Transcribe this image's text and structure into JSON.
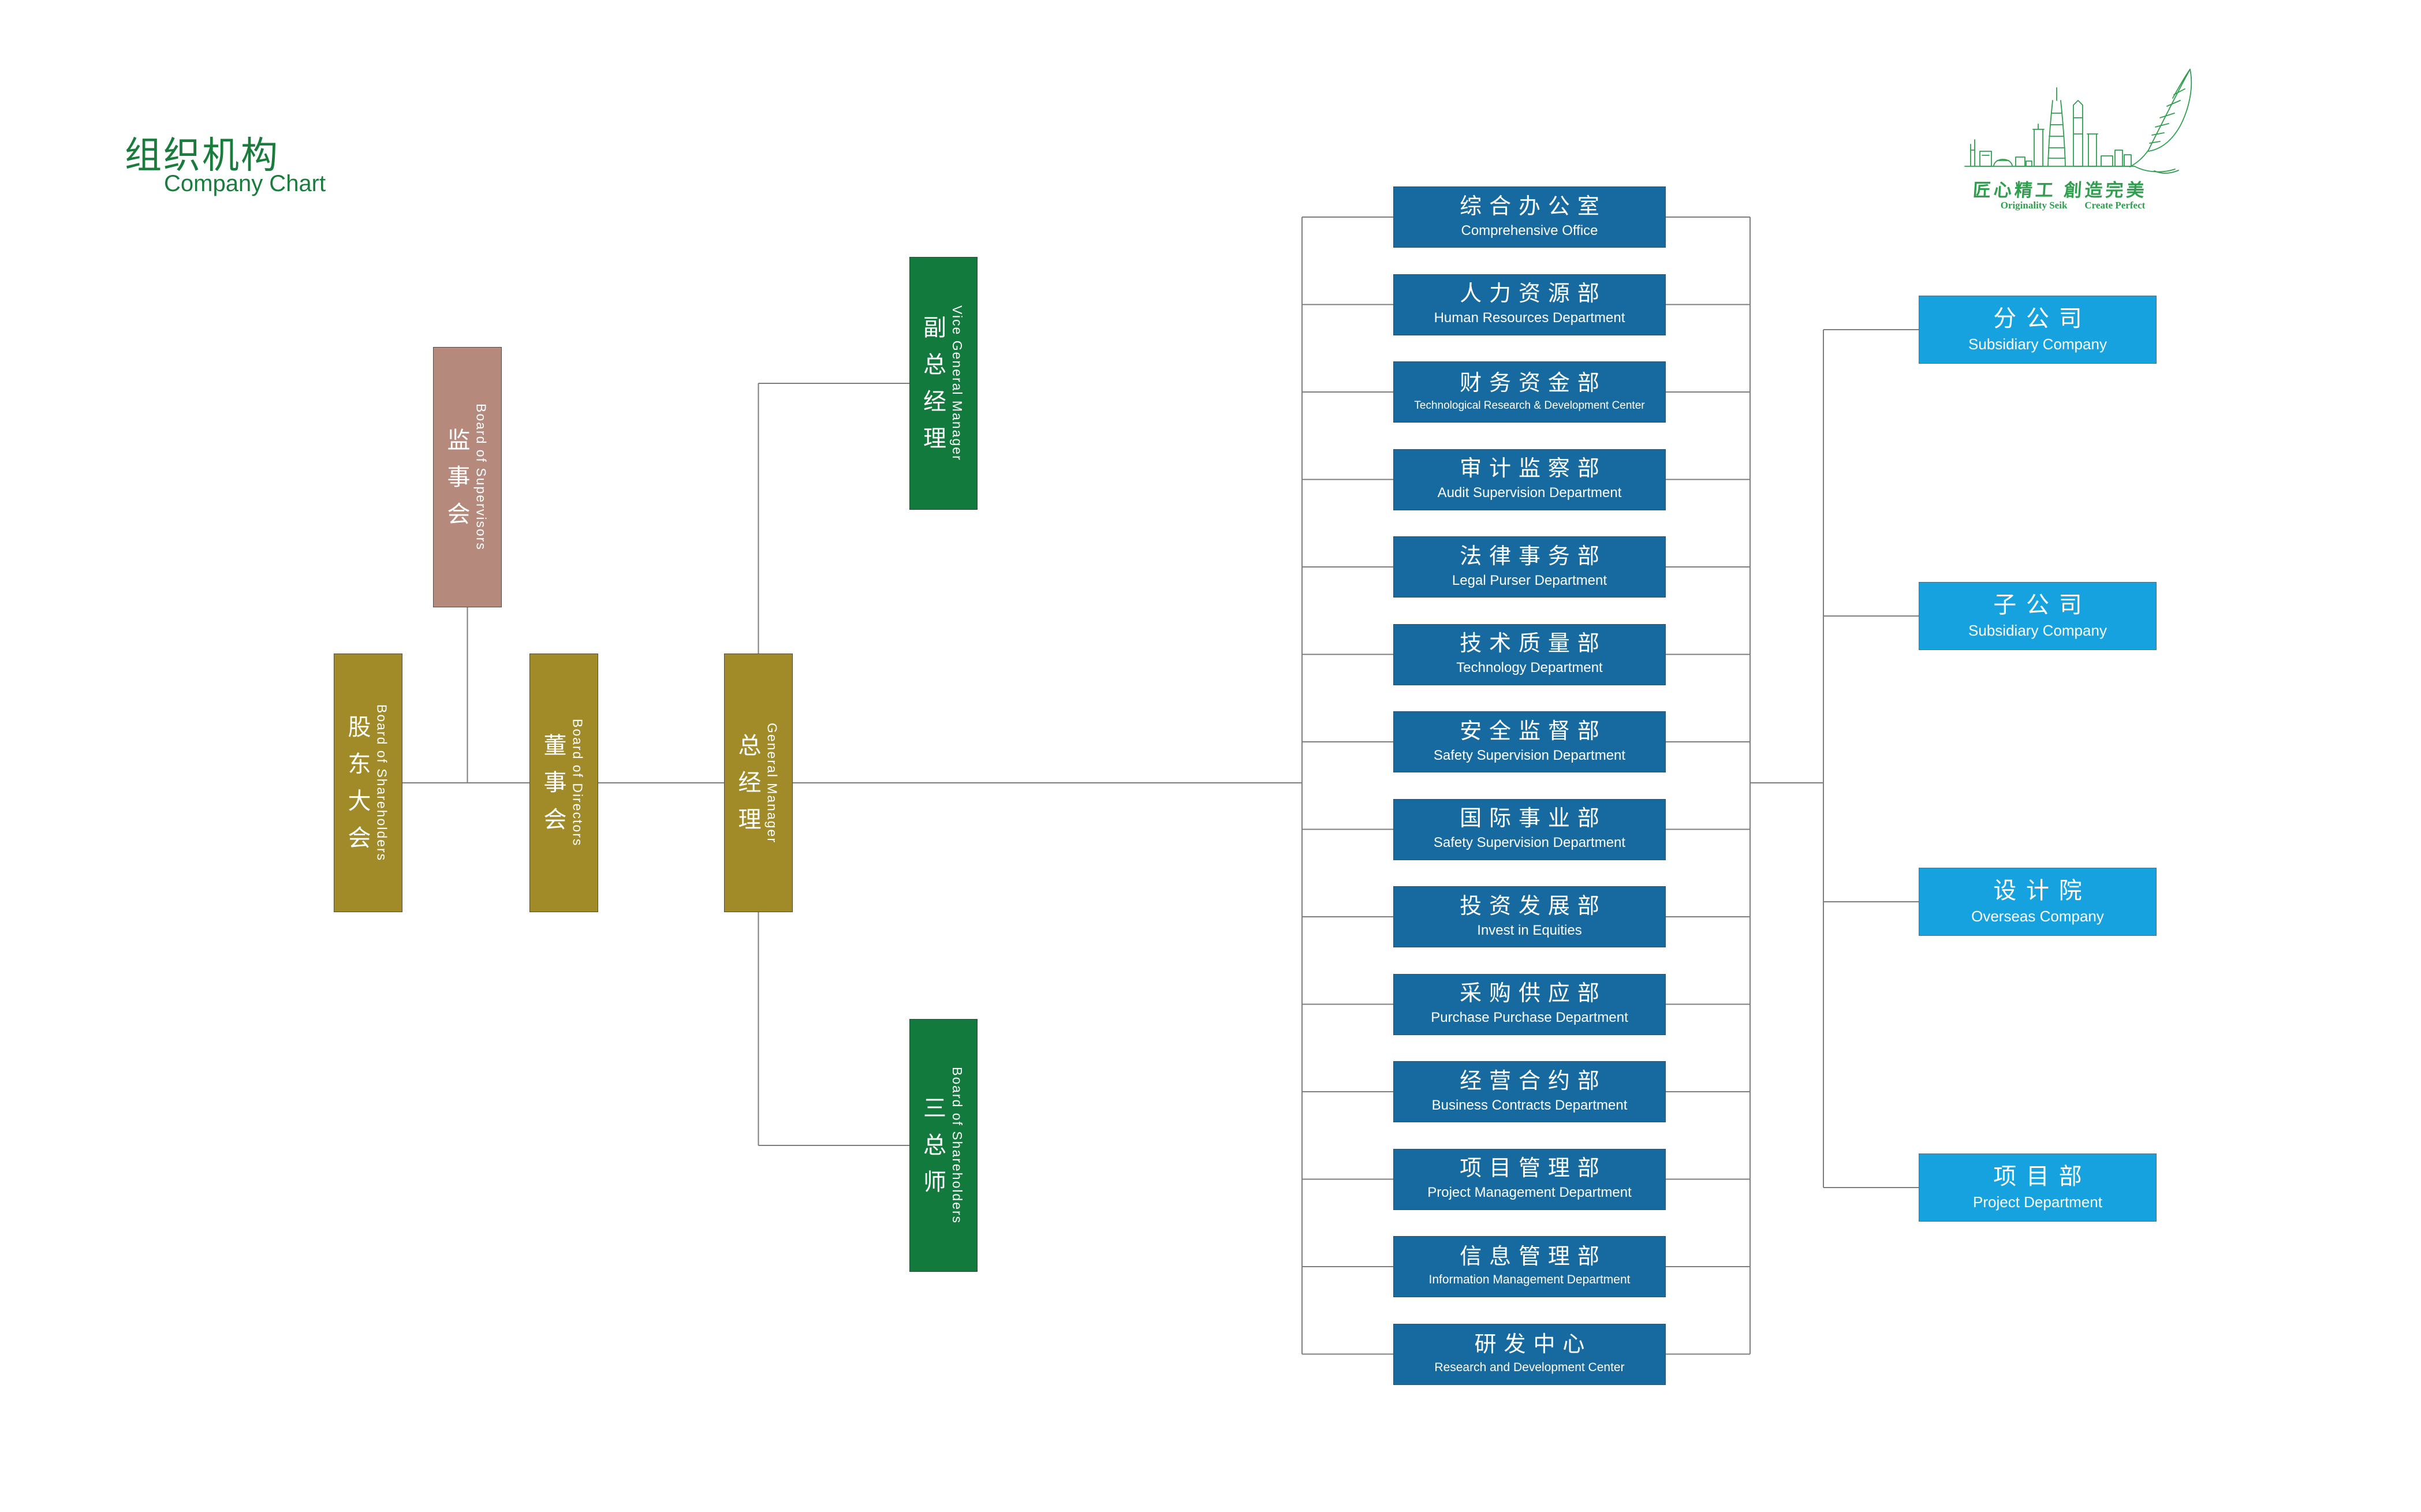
{
  "page": {
    "title_zh": "组织机构",
    "title_en": "Company Chart"
  },
  "logo": {
    "slogan_zh": "匠心精工 創造完美",
    "slogan_en_left": "Originality Seik",
    "slogan_en_right": "Create Perfect"
  },
  "colors": {
    "title_green": "#1a7c3c",
    "logo_green": "#2f9e4f",
    "line_gray": "#7d7d7d",
    "rose": "#b58a7d",
    "olive": "#a08b28",
    "dark_green": "#117a3c",
    "dept_blue": "#166a9f",
    "affiliate_blue": "#16a2de"
  },
  "leadership": {
    "supervisors": {
      "zh": "监事会",
      "en": "Board of Supervisors"
    },
    "shareholders": {
      "zh": "股东大会",
      "en": "Board of Shareholders"
    },
    "directors": {
      "zh": "董事会",
      "en": "Board of Directors"
    },
    "general_manager": {
      "zh": "总经理",
      "en": "General Manager"
    },
    "vice_general_manager": {
      "zh": "副总经理",
      "en": "Vice General Manager"
    },
    "chief_engineers": {
      "zh": "三总师",
      "en": "Board of Shareholders"
    }
  },
  "departments": [
    {
      "zh": "综合办公室",
      "en": "Comprehensive Office"
    },
    {
      "zh": "人力资源部",
      "en": "Human Resources Department"
    },
    {
      "zh": "财务资金部",
      "en": "Technological Research & Development Center"
    },
    {
      "zh": "审计监察部",
      "en": "Audit Supervision Department"
    },
    {
      "zh": "法律事务部",
      "en": "Legal Purser Department"
    },
    {
      "zh": "技术质量部",
      "en": "Technology Department"
    },
    {
      "zh": "安全监督部",
      "en": "Safety Supervision Department"
    },
    {
      "zh": "国际事业部",
      "en": "Safety Supervision Department"
    },
    {
      "zh": "投资发展部",
      "en": "Invest in Equities"
    },
    {
      "zh": "采购供应部",
      "en": "Purchase Purchase Department"
    },
    {
      "zh": "经营合约部",
      "en": "Business Contracts Department"
    },
    {
      "zh": "项目管理部",
      "en": "Project Management Department"
    },
    {
      "zh": "信息管理部",
      "en": "Information Management Department"
    },
    {
      "zh": "研发中心",
      "en": "Research and Development Center"
    }
  ],
  "affiliates": [
    {
      "zh": "分公司",
      "en": "Subsidiary Company"
    },
    {
      "zh": "子公司",
      "en": "Subsidiary Company"
    },
    {
      "zh": "设计院",
      "en": "Overseas Company"
    },
    {
      "zh": "项目部",
      "en": "Project Department"
    }
  ]
}
